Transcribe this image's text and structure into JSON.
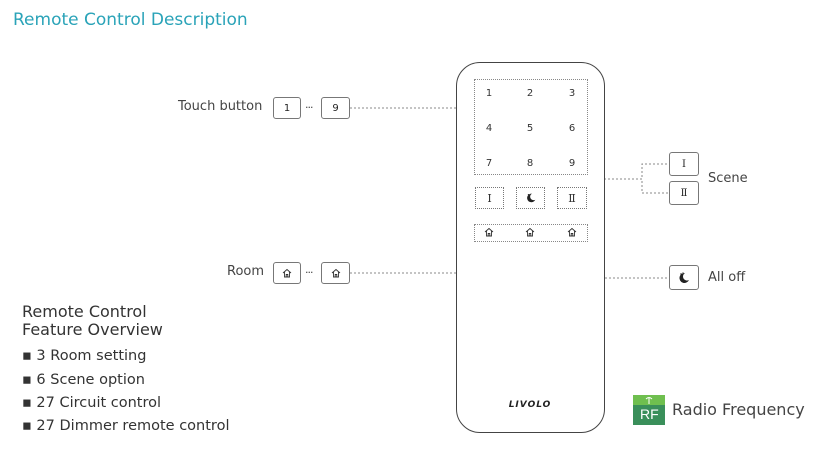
{
  "title": "Remote Control Description",
  "callouts": {
    "touch_button": "Touch button",
    "touch_first": "1",
    "touch_last": "9",
    "room": "Room",
    "scene": "Scene",
    "scene_1": "Ⅰ",
    "scene_2": "Ⅱ",
    "all_off": "All off",
    "dots": "···"
  },
  "remote": {
    "keypad": [
      "1",
      "2",
      "3",
      "4",
      "5",
      "6",
      "7",
      "8",
      "9"
    ],
    "scene_buttons": [
      "Ⅰ",
      "Ⅱ"
    ],
    "brand": "LIVOLO"
  },
  "overview": {
    "heading_line1": "Remote Control",
    "heading_line2": "Feature Overview",
    "features": [
      "▪ 3 Room setting",
      "▪ 6 Scene option",
      "▪ 27 Circuit control",
      "▪ 27 Dimmer remote control"
    ]
  },
  "badge": {
    "abbr": "RF",
    "label": "Radio Frequency",
    "color": "#3a8f5a"
  },
  "colors": {
    "title": "#2aa3b8"
  }
}
